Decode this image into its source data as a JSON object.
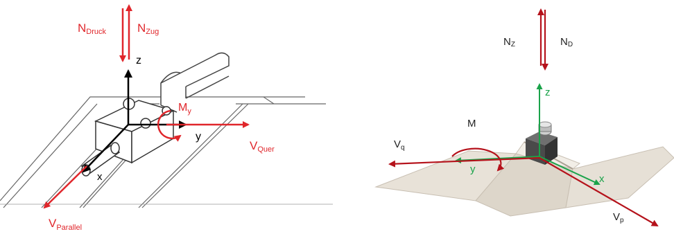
{
  "left_diagram": {
    "labels": {
      "n_druck": {
        "main": "N",
        "sub": "Druck"
      },
      "n_zug": {
        "main": "N",
        "sub": "Zug"
      },
      "m_y": {
        "main": "M",
        "sub": "y"
      },
      "v_quer": {
        "main": "V",
        "sub": "Quer"
      },
      "v_parallel": {
        "main": "V",
        "sub": "Parallel"
      },
      "axis_x": "x",
      "axis_y": "y",
      "axis_z": "z"
    },
    "colors": {
      "force": "#e0262b",
      "axis": "#000000",
      "line": "#555555"
    }
  },
  "right_diagram": {
    "labels": {
      "n_z": {
        "main": "N",
        "sub": "Z"
      },
      "n_d": {
        "main": "N",
        "sub": "D"
      },
      "m": "M",
      "v_q": {
        "main": "V",
        "sub": "q"
      },
      "v_p": {
        "main": "V",
        "sub": "p"
      },
      "axis_x": "x",
      "axis_y": "y",
      "axis_z": "z"
    },
    "colors": {
      "force": "#b5121b",
      "axis": "#1aa34a",
      "sheet": "#e6e0d6",
      "sheet_edge": "#bfb6a8"
    }
  }
}
